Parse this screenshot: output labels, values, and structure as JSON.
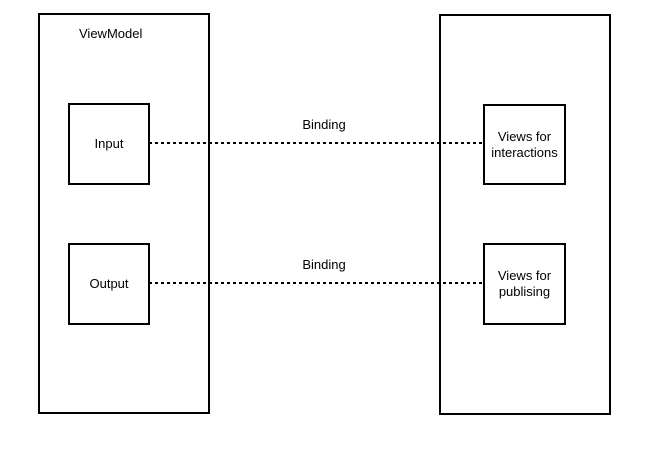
{
  "diagram": {
    "left_panel": {
      "label": "ViewModel",
      "boxes": [
        {
          "label": "Input"
        },
        {
          "label": "Output"
        }
      ]
    },
    "right_panel": {
      "boxes": [
        {
          "label": "Views for interactions"
        },
        {
          "label": "Views for publising"
        }
      ]
    },
    "connectors": [
      {
        "label": "Binding",
        "from": "Input",
        "to": "Views for interactions",
        "style": "dotted"
      },
      {
        "label": "Binding",
        "from": "Output",
        "to": "Views for publising",
        "style": "dotted"
      }
    ],
    "colors": {
      "stroke": "#000000",
      "background": "#ffffff",
      "text": "#000000"
    }
  }
}
